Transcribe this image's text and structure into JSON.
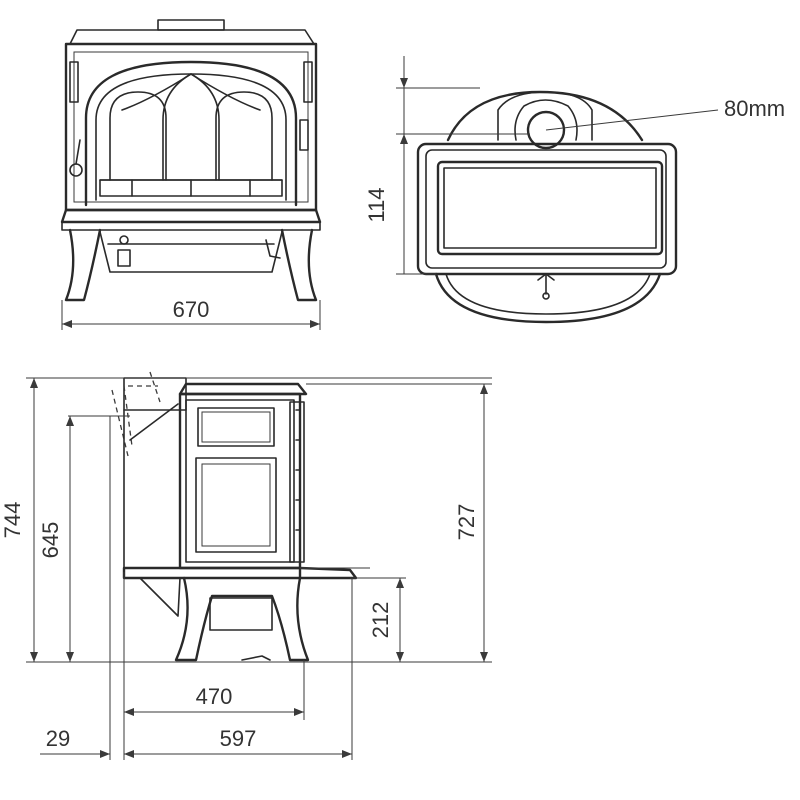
{
  "front_view": {
    "width_label": "670"
  },
  "top_view": {
    "depth_label": "114",
    "flue_label": "80mm"
  },
  "side_view": {
    "total_height_label": "744",
    "flue_center_height_label": "645",
    "top_height_label": "727",
    "ash_shelf_height_label": "212",
    "leg_depth_label": "470",
    "total_depth_label": "597",
    "wall_offset_label": "29"
  }
}
